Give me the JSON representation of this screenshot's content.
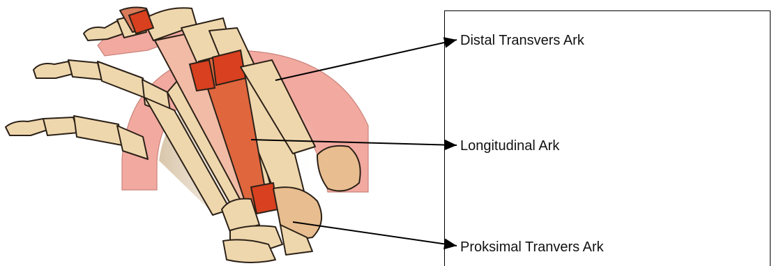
{
  "labels": {
    "distal": "Distal Transvers Ark",
    "longitudinal": "Longitudinal Ark",
    "proximal": "Proksimal Tranvers Ark"
  },
  "colors": {
    "bone": "#efd7ad",
    "bone_shade": "#d9b98a",
    "outline": "#2b2118",
    "arch_band": "#f2a9a0",
    "arch_band_light": "#f7c9c2",
    "arch_highlight": "#d9401f",
    "arch_long": "#e0663e"
  }
}
